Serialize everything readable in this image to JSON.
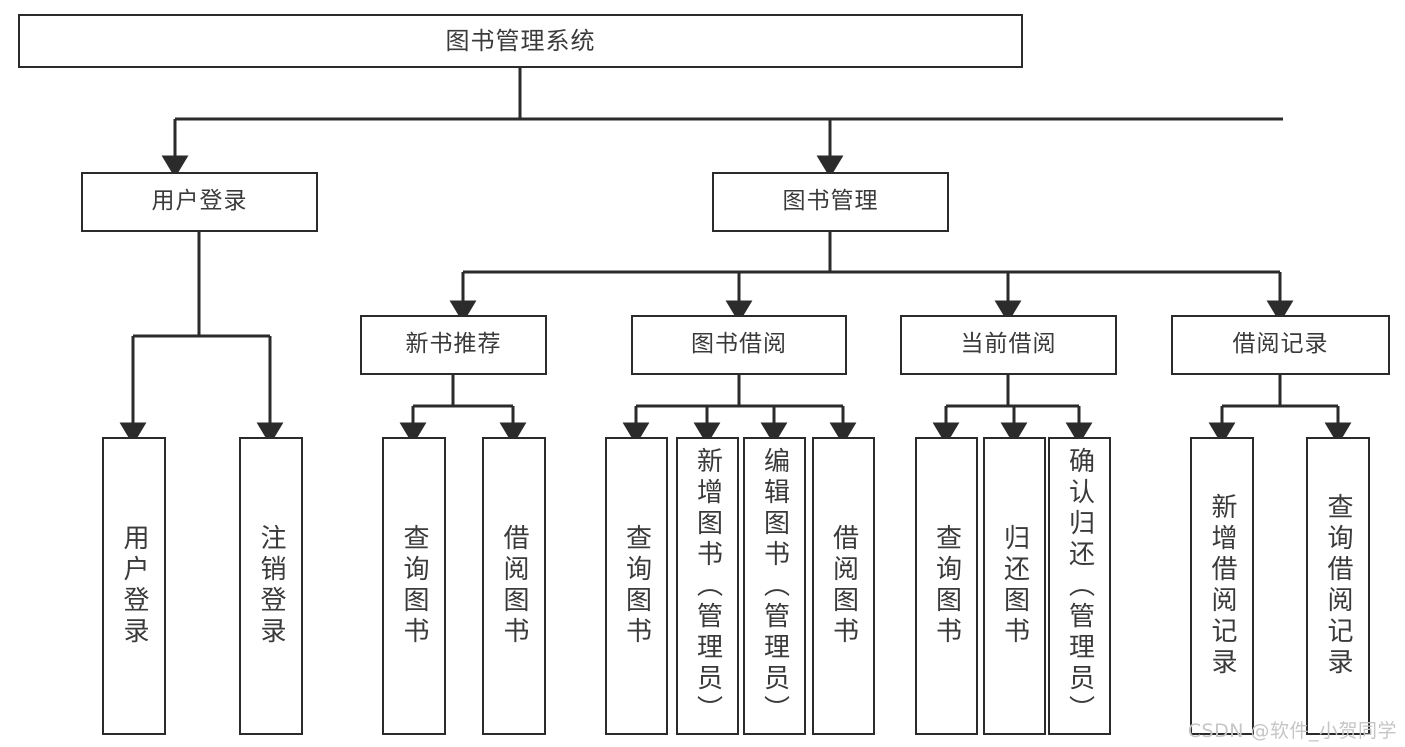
{
  "diagram": {
    "title": "图书管理系统",
    "type": "tree-hierarchy-diagram",
    "colors": {
      "box_border": "#2b2b2b",
      "box_fill": "#ffffff",
      "connector": "#2b2b2b",
      "text": "#3a3a3a",
      "watermark": "#c6c6c6",
      "background": "#ffffff"
    },
    "root": {
      "label": "图书管理系统"
    },
    "level2": [
      {
        "label": "用户登录"
      },
      {
        "label": "图书管理"
      }
    ],
    "level3": [
      {
        "label": "新书推荐"
      },
      {
        "label": "图书借阅"
      },
      {
        "label": "当前借阅"
      },
      {
        "label": "借阅记录"
      }
    ],
    "leaves": {
      "user_login": [
        {
          "label": "用户登录"
        },
        {
          "label": "注销登录"
        }
      ],
      "new_book_recommend": [
        {
          "label": "查询图书"
        },
        {
          "label": "借阅图书"
        }
      ],
      "book_borrow": [
        {
          "label": "查询图书"
        },
        {
          "label": "新增图书（管理员）"
        },
        {
          "label": "编辑图书（管理员）"
        },
        {
          "label": "借阅图书"
        }
      ],
      "current_borrow": [
        {
          "label": "查询图书"
        },
        {
          "label": "归还图书"
        },
        {
          "label": "确认归还（管理员）"
        }
      ],
      "borrow_record": [
        {
          "label": "新增借阅记录"
        },
        {
          "label": "查询借阅记录"
        }
      ]
    }
  },
  "watermark": {
    "text": "CSDN @软件_小贺同学"
  }
}
